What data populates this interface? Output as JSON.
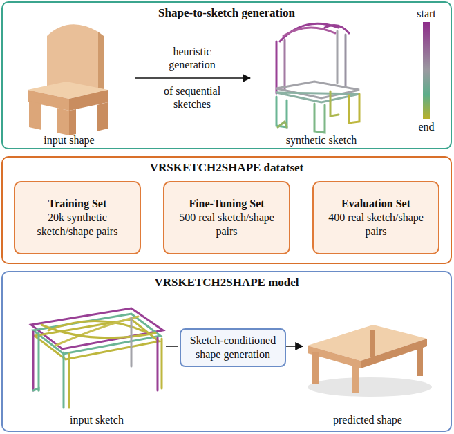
{
  "diagram": {
    "nodes": [
      {
        "text": [
          "Shape-to-sketch generation"
        ]
      },
      {
        "text": [
          "VRSKETCH2SHAPE datatset"
        ]
      },
      {
        "text": [
          "Training Set",
          "20k synthetic sketch/shape pairs"
        ],
        "in": 1
      },
      {
        "text": [
          "Fine-Tuning Set",
          "500 real sketch/shape pairs"
        ],
        "in": 1
      },
      {
        "text": [
          "Evaluation Set",
          "400 real sketch/shape pairs"
        ],
        "in": 1
      },
      {
        "text": [
          "VRSKETCH2SHAPE model"
        ]
      },
      {
        "text": [
          "Sketch-conditioned shape generation"
        ],
        "in": 5
      }
    ],
    "labels": [
      "input shape",
      "heuristic generation",
      "of sequential sketches",
      "synthetic sketch",
      "start",
      "end",
      "input sketch",
      "predicted shape"
    ]
  }
}
